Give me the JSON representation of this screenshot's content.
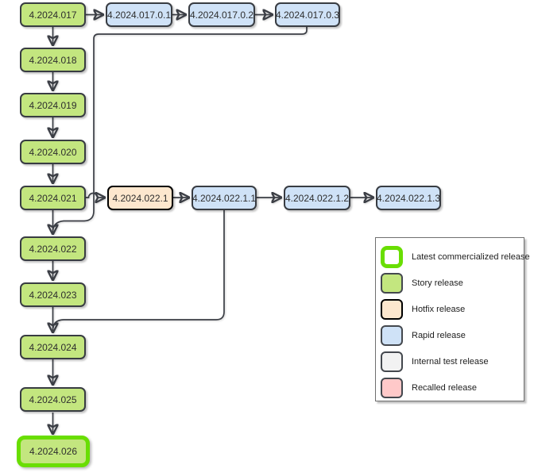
{
  "diagram": {
    "nodes": [
      {
        "id": "4.2024.017",
        "label": "4.2024.017",
        "type": "story"
      },
      {
        "id": "4.2024.018",
        "label": "4.2024.018",
        "type": "story"
      },
      {
        "id": "4.2024.019",
        "label": "4.2024.019",
        "type": "story"
      },
      {
        "id": "4.2024.020",
        "label": "4.2024.020",
        "type": "story"
      },
      {
        "id": "4.2024.021",
        "label": "4.2024.021",
        "type": "story"
      },
      {
        "id": "4.2024.022",
        "label": "4.2024.022",
        "type": "story"
      },
      {
        "id": "4.2024.023",
        "label": "4.2024.023",
        "type": "story"
      },
      {
        "id": "4.2024.024",
        "label": "4.2024.024",
        "type": "story"
      },
      {
        "id": "4.2024.025",
        "label": "4.2024.025",
        "type": "story"
      },
      {
        "id": "4.2024.026",
        "label": "4.2024.026",
        "type": "story",
        "latest_commercialized": true
      },
      {
        "id": "4.2024.017.0.1",
        "label": "4.2024.017.0.1",
        "type": "rapid"
      },
      {
        "id": "4.2024.017.0.2",
        "label": "4.2024.017.0.2",
        "type": "rapid"
      },
      {
        "id": "4.2024.017.0.3",
        "label": "4.2024.017.0.3",
        "type": "rapid"
      },
      {
        "id": "4.2024.022.1",
        "label": "4.2024.022.1",
        "type": "hotfix"
      },
      {
        "id": "4.2024.022.1.1",
        "label": "4.2024.022.1.1",
        "type": "rapid"
      },
      {
        "id": "4.2024.022.1.2",
        "label": "4.2024.022.1.2",
        "type": "rapid"
      },
      {
        "id": "4.2024.022.1.3",
        "label": "4.2024.022.1.3",
        "type": "rapid"
      }
    ],
    "edges": [
      "4.2024.017->4.2024.018",
      "4.2024.018->4.2024.019",
      "4.2024.019->4.2024.020",
      "4.2024.020->4.2024.021",
      "4.2024.021->4.2024.022",
      "4.2024.022->4.2024.023",
      "4.2024.023->4.2024.024",
      "4.2024.024->4.2024.025",
      "4.2024.025->4.2024.026",
      "4.2024.017->4.2024.017.0.1",
      "4.2024.017.0.1->4.2024.017.0.2",
      "4.2024.017.0.2->4.2024.017.0.3",
      "4.2024.017.0.3->4.2024.022",
      "4.2024.021->4.2024.022.1",
      "4.2024.022.1->4.2024.022.1.1",
      "4.2024.022.1.1->4.2024.022.1.2",
      "4.2024.022.1.2->4.2024.022.1.3",
      "4.2024.022.1.1->4.2024.024"
    ]
  },
  "legend": {
    "items": [
      {
        "label": "Latest commercialized release",
        "type": "latest",
        "fill": "#ffffff",
        "border": "#69de03"
      },
      {
        "label": "Story release",
        "type": "story",
        "fill": "#c3e67f",
        "border": "#44484e"
      },
      {
        "label": "Hotfix release",
        "type": "hotfix",
        "fill": "#fde7ce",
        "border": "#000000"
      },
      {
        "label": "Rapid release",
        "type": "rapid",
        "fill": "#cfe2f7",
        "border": "#44484e"
      },
      {
        "label": "Internal test release",
        "type": "internal",
        "fill": "#f2f2f2",
        "border": "#44484e"
      },
      {
        "label": "Recalled release",
        "type": "recalled",
        "fill": "#ffc9c9",
        "border": "#44484e"
      }
    ]
  },
  "colors": {
    "story_fill": "#c3e67f",
    "rapid_fill": "#cfe2f7",
    "hotfix_fill": "#fde7ce",
    "internal_fill": "#f2f2f2",
    "recalled_fill": "#ffc9c9",
    "latest_border": "#69de03",
    "edge_stroke": "#3b3e45",
    "background": "#ffffff"
  }
}
